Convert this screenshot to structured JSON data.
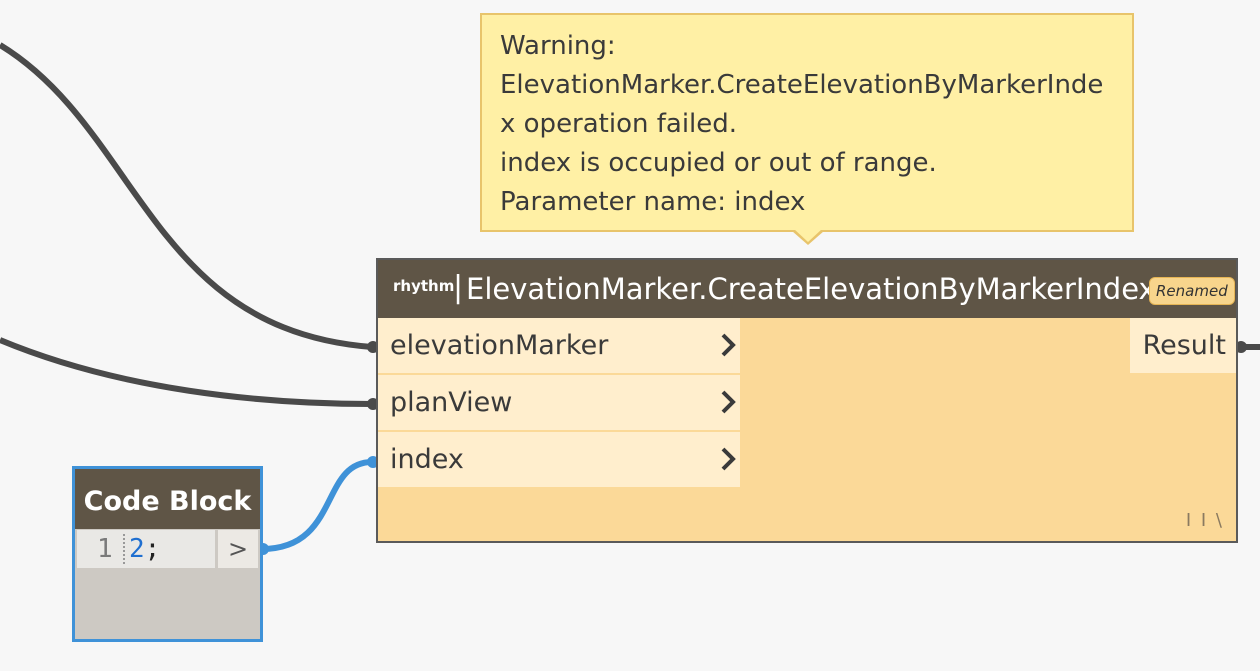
{
  "tooltip": {
    "line1": "Warning:",
    "line2": "ElevationMarker.CreateElevationByMarkerInde",
    "line3": "x operation failed.",
    "line4": "index is occupied or out of range.",
    "line5": "Parameter name: index"
  },
  "node": {
    "prefix": "rhythm",
    "separator": "|",
    "title": "ElevationMarker.CreateElevationByMarkerIndex",
    "badge": "Renamed",
    "inputs": [
      {
        "label": "elevationMarker",
        "icon": "chevron-right-icon"
      },
      {
        "label": "planView",
        "icon": "chevron-right-icon"
      },
      {
        "label": "index",
        "icon": "chevron-right-icon"
      }
    ],
    "output": "Result",
    "lacing": "I I \\"
  },
  "code_block": {
    "title": "Code Block",
    "line_number": "1",
    "code_value": "2",
    "code_terminator": ";",
    "output": ">"
  },
  "colors": {
    "canvas": "#f7f7f7",
    "node_header": "#5f5546",
    "node_body": "#fbd998",
    "port_bg": "#ffeecd",
    "tooltip_bg": "#fff0a5",
    "selected_border": "#3f92d8",
    "wire": "#4a4a4a",
    "wire_selected": "#3f92d8"
  }
}
